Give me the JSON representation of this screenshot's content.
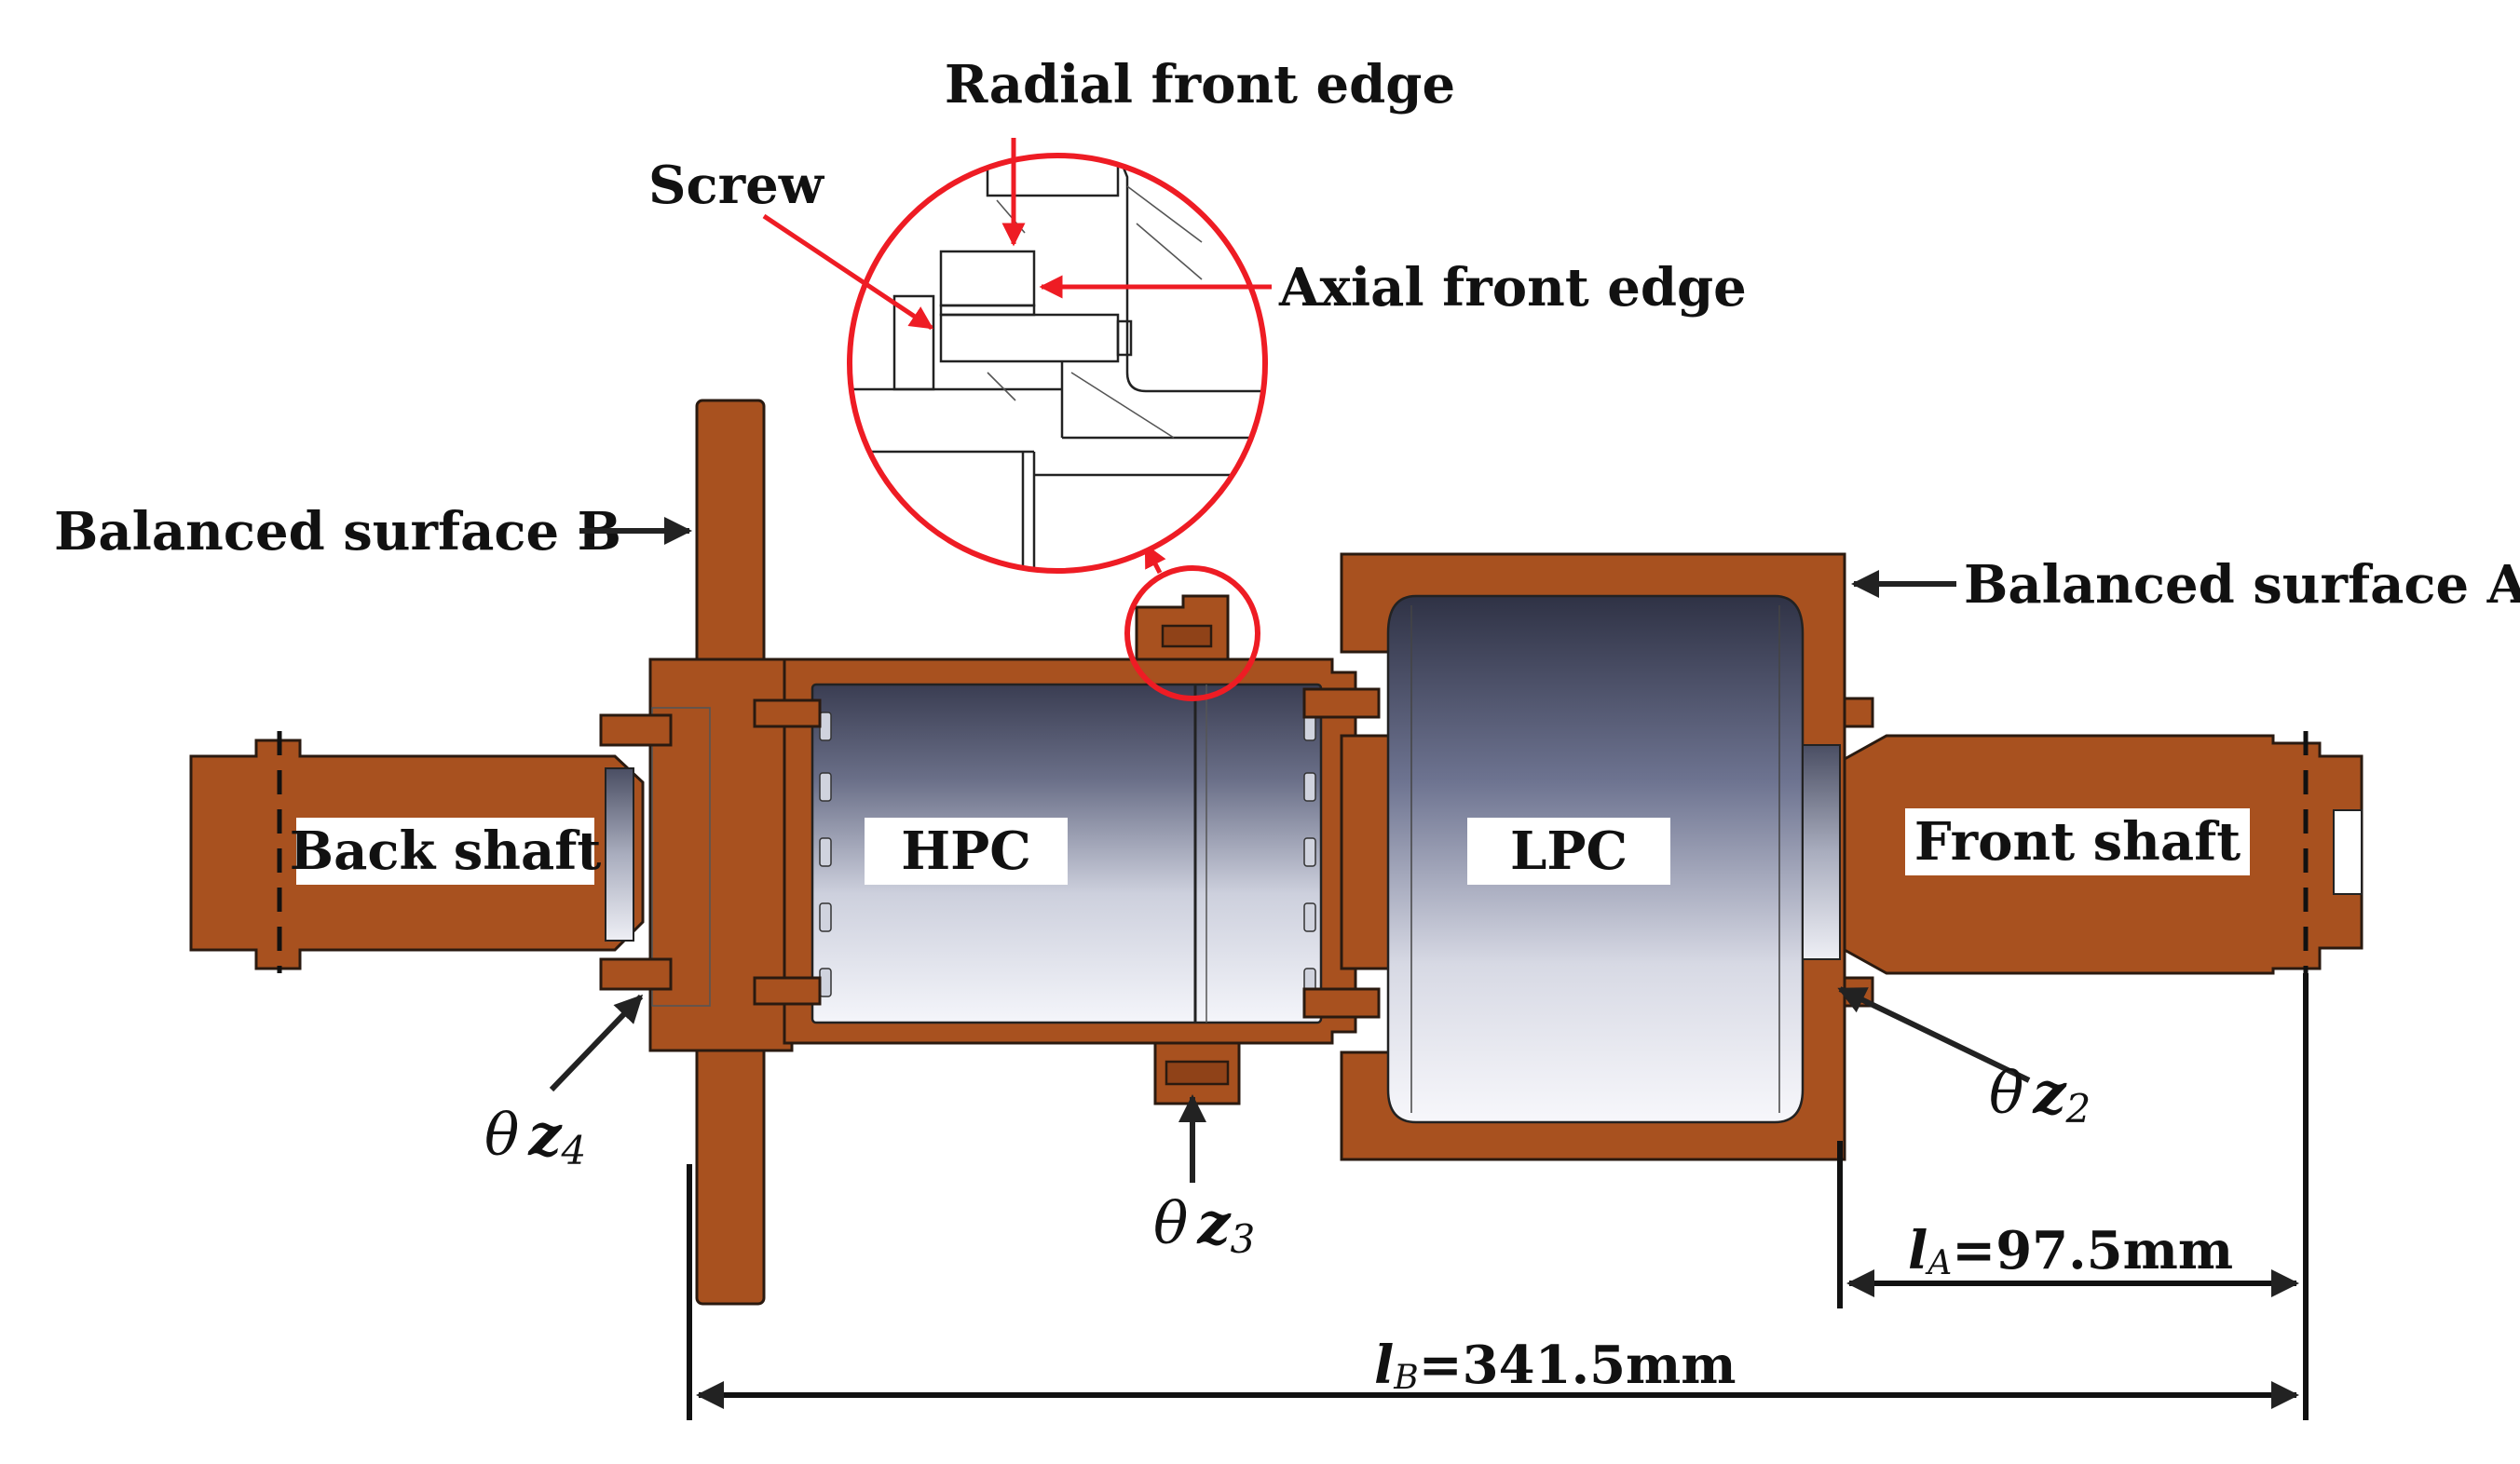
{
  "labels": {
    "radial_front_edge": "Radial front edge",
    "screw": "Screw",
    "axial_front_edge": "Axial front edge",
    "balanced_surface_b": "Balanced surface B",
    "balanced_surface_a": "Balanced surface A",
    "back_shaft": "Back shaft",
    "hpc": "HPC",
    "lpc": "LPC",
    "front_shaft": "Front shaft"
  },
  "angles": {
    "z4": {
      "theta": "θ",
      "z": "z",
      "sub": "4"
    },
    "z3": {
      "theta": "θ",
      "z": "z",
      "sub": "3"
    },
    "z2": {
      "theta": "θ",
      "z": "z",
      "sub": "2"
    }
  },
  "dimensions": {
    "la": {
      "l": "l",
      "sub": "A",
      "value": "=97.5mm"
    },
    "lb": {
      "l": "l",
      "sub": "B",
      "value": "=341.5mm"
    }
  },
  "colors": {
    "part": "#a8511f",
    "callout": "#ee1c24",
    "arrow": "#222222",
    "text": "#111111"
  },
  "icons": {
    "flange": "flange-disk-icon",
    "bolt": "bolt-icon",
    "drum": "compressor-drum-icon"
  }
}
